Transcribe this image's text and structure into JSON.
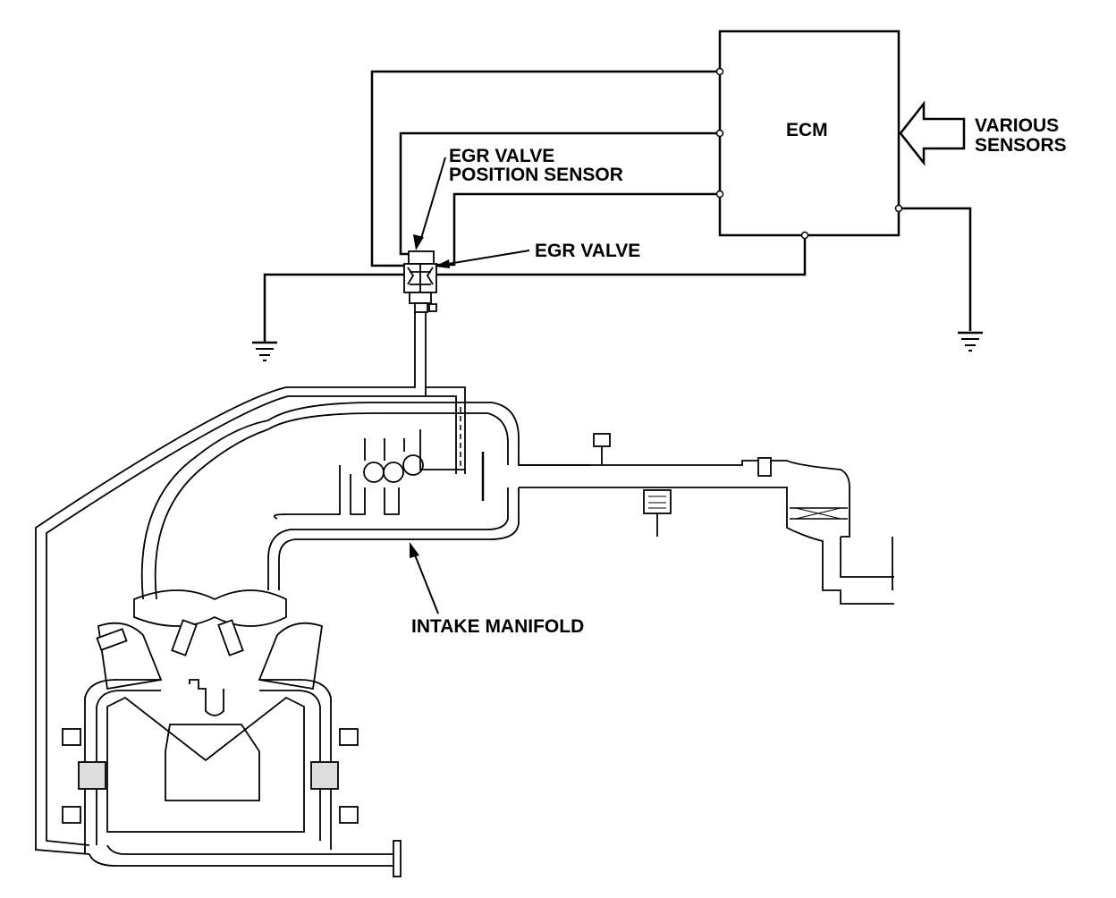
{
  "labels": {
    "ecm": "ECM",
    "various_sensors_line1": "VARIOUS",
    "various_sensors_line2": "SENSORS",
    "egr_position_sensor_line1": "EGR VALVE",
    "egr_position_sensor_line2": "POSITION SENSOR",
    "egr_valve": "EGR VALVE",
    "intake_manifold": "INTAKE MANIFOLD"
  }
}
